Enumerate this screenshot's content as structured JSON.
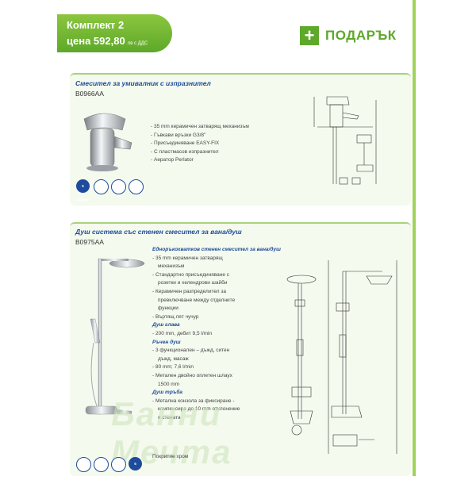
{
  "header": {
    "set_title": "Комплект 2",
    "price_label": "цена 592,80",
    "price_vat": "лв с ДДС",
    "gift_label": "ПОДАРЪК"
  },
  "product1": {
    "title": "Смесител за умивалник с изпразнител",
    "code": "B0966AA",
    "features": [
      "35 mm керамичен затварящ механизъм",
      "Гъвкави връзки G3/8\"",
      "Присъединяване EASY-FIX",
      "С пластмасов изпразнител",
      "Аератор Perlator"
    ],
    "badge": "5 години"
  },
  "product2": {
    "title": "Душ система със стенен смесител за вана/душ",
    "code": "B0975AA",
    "sections": [
      {
        "hdr": "Еднoръкохватков стенен смесител за вана/душ"
      },
      {
        "itm": "35 mm керамичен затварящ"
      },
      {
        "cont": "механизъм"
      },
      {
        "itm": "Стандартно присъединяване с"
      },
      {
        "cont": "розетки и хелендрови шайби"
      },
      {
        "itm": "Керамичен разпределител за"
      },
      {
        "cont": "превключване между отделните"
      },
      {
        "cont": "функции"
      },
      {
        "itm": "Въртящ лят чучур"
      },
      {
        "hdr": "Душ глава"
      },
      {
        "itm": "200 mm, дебит 9,5 l/min"
      },
      {
        "hdr": "Ръчен душ"
      },
      {
        "itm": "3 функционален – дъжд, ситен"
      },
      {
        "cont": "дъжд, масаж"
      },
      {
        "itm": "80 mm; 7,6 l/min"
      },
      {
        "itm": "Метален двойно оплетен шлаух"
      },
      {
        "cont": "1500 mm"
      },
      {
        "hdr": "Душ тръба"
      },
      {
        "itm": "Метална конзола за фиксиране -"
      },
      {
        "cont": "компенсира до 10 mm отклонение"
      },
      {
        "cont": "в стената"
      }
    ],
    "coating": "Покритие хром",
    "badge": "5 години"
  },
  "watermark": "Банни Мечта",
  "colors": {
    "green": "#5ea82a",
    "blue": "#1e4b9b"
  }
}
